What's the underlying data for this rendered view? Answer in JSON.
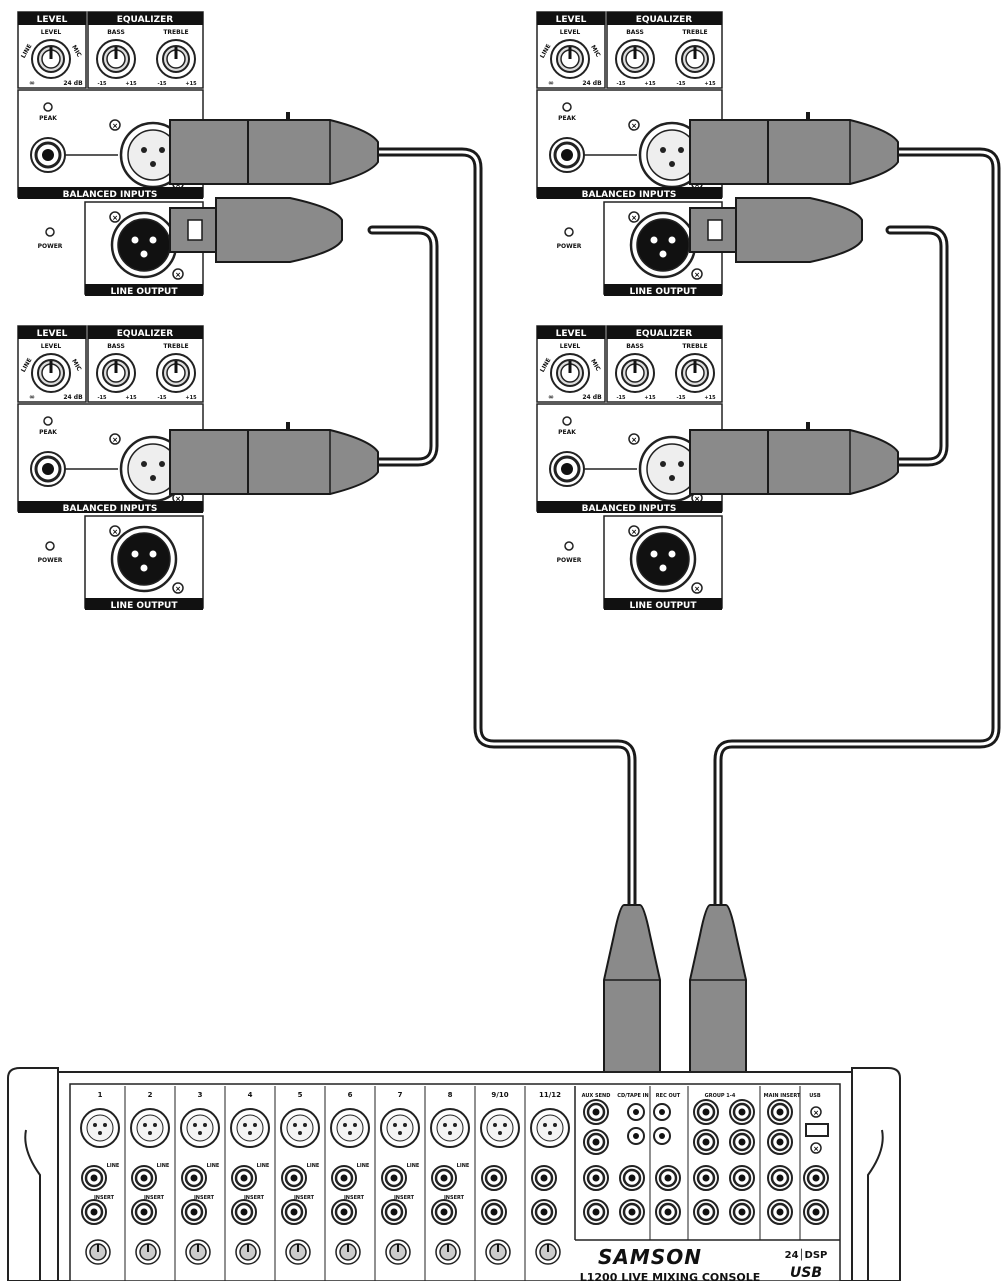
{
  "speaker_panel": {
    "level_header": "LEVEL",
    "eq_header": "EQUALIZER",
    "level_knob_label": "LEVEL",
    "line_label": "LINE",
    "mic_label": "MIC",
    "min_mark": "∞",
    "max_mark": "24 dB",
    "bass_label": "BASS",
    "treble_label": "TREBLE",
    "eq_min": "-15",
    "eq_max": "+15",
    "peak_label": "PEAK",
    "power_label": "POWER",
    "balanced_inputs_label": "BALANCED INPUTS",
    "line_output_label": "LINE OUTPUT"
  },
  "mixer": {
    "brand": "SAMSON",
    "model": "L1200 LIVE MIXING CONSOLE",
    "badge_top": "24│DSP",
    "badge_bottom": "USB",
    "channel_numbers": [
      "1",
      "2",
      "3",
      "4",
      "5",
      "6",
      "7",
      "8",
      "9/10",
      "11/12"
    ],
    "section_labels": [
      "AUX SEND",
      "CD/TAPE IN",
      "REC OUT",
      "GROUP 1-4",
      "MAIN INSERT",
      "USB"
    ],
    "jack_labels": [
      "LINE",
      "INSERT"
    ]
  },
  "colors": {
    "cable": "#1a1a1a",
    "connector": "#8a8a8a",
    "panel_header": "#111111",
    "panel_border": "#222222"
  }
}
